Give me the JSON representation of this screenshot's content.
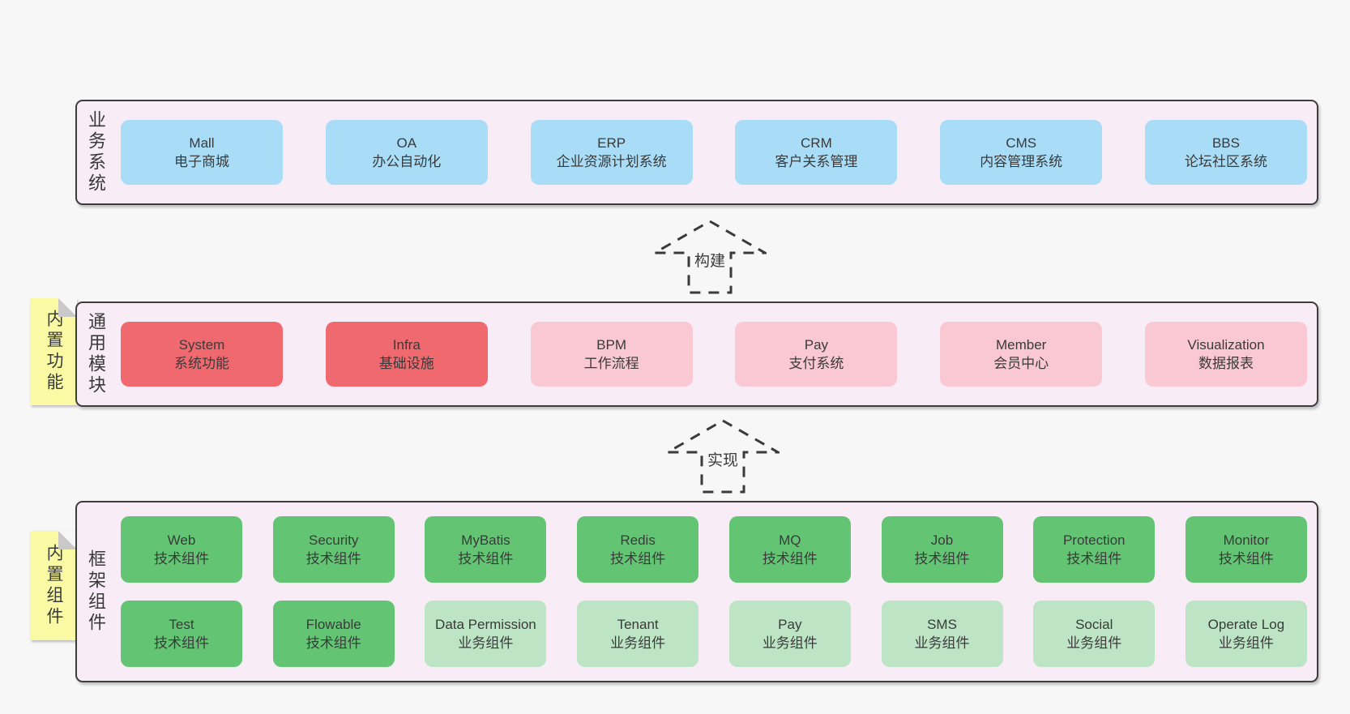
{
  "colors": {
    "bg": "#f7f7f7",
    "panel": "#f8edf6",
    "border": "#3d3d3d",
    "text": "#3a3a3a",
    "blue": "#a9dcf6",
    "red": "#f0696e",
    "pink": "#fac8d2",
    "green-dark": "#63c574",
    "green-light": "#bde5c5",
    "sticky": "#fafaa4",
    "sticky-fold": "#c9c9c9",
    "arrow": "#3a3a3a"
  },
  "arrows": {
    "build": "构建",
    "implement": "实现"
  },
  "stickies": {
    "features": "内置功能",
    "components": "内置组件"
  },
  "sections": {
    "business": {
      "label": "业务系统",
      "boxes": [
        {
          "name": "Mall",
          "desc": "电子商城",
          "variant": "blue"
        },
        {
          "name": "OA",
          "desc": "办公自动化",
          "variant": "blue"
        },
        {
          "name": "ERP",
          "desc": "企业资源计划系统",
          "variant": "blue"
        },
        {
          "name": "CRM",
          "desc": "客户关系管理",
          "variant": "blue"
        },
        {
          "name": "CMS",
          "desc": "内容管理系统",
          "variant": "blue"
        },
        {
          "name": "BBS",
          "desc": "论坛社区系统",
          "variant": "blue"
        }
      ]
    },
    "modules": {
      "label": "通用模块",
      "boxes": [
        {
          "name": "System",
          "desc": "系统功能",
          "variant": "red"
        },
        {
          "name": "Infra",
          "desc": "基础设施",
          "variant": "red"
        },
        {
          "name": "BPM",
          "desc": "工作流程",
          "variant": "pink"
        },
        {
          "name": "Pay",
          "desc": "支付系统",
          "variant": "pink"
        },
        {
          "name": "Member",
          "desc": "会员中心",
          "variant": "pink"
        },
        {
          "name": "Visualization",
          "desc": "数据报表",
          "variant": "pink"
        }
      ]
    },
    "components": {
      "label": "框架组件",
      "rows": [
        [
          {
            "name": "Web",
            "desc": "技术组件",
            "variant": "green-dark"
          },
          {
            "name": "Security",
            "desc": "技术组件",
            "variant": "green-dark"
          },
          {
            "name": "MyBatis",
            "desc": "技术组件",
            "variant": "green-dark"
          },
          {
            "name": "Redis",
            "desc": "技术组件",
            "variant": "green-dark"
          },
          {
            "name": "MQ",
            "desc": "技术组件",
            "variant": "green-dark"
          },
          {
            "name": "Job",
            "desc": "技术组件",
            "variant": "green-dark"
          },
          {
            "name": "Protection",
            "desc": "技术组件",
            "variant": "green-dark"
          },
          {
            "name": "Monitor",
            "desc": "技术组件",
            "variant": "green-dark"
          }
        ],
        [
          {
            "name": "Test",
            "desc": "技术组件",
            "variant": "green-dark"
          },
          {
            "name": "Flowable",
            "desc": "技术组件",
            "variant": "green-dark"
          },
          {
            "name": "Data Permission",
            "desc": "业务组件",
            "variant": "green-light"
          },
          {
            "name": "Tenant",
            "desc": "业务组件",
            "variant": "green-light"
          },
          {
            "name": "Pay",
            "desc": "业务组件",
            "variant": "green-light"
          },
          {
            "name": "SMS",
            "desc": "业务组件",
            "variant": "green-light"
          },
          {
            "name": "Social",
            "desc": "业务组件",
            "variant": "green-light"
          },
          {
            "name": "Operate Log",
            "desc": "业务组件",
            "variant": "green-light"
          }
        ]
      ]
    }
  }
}
